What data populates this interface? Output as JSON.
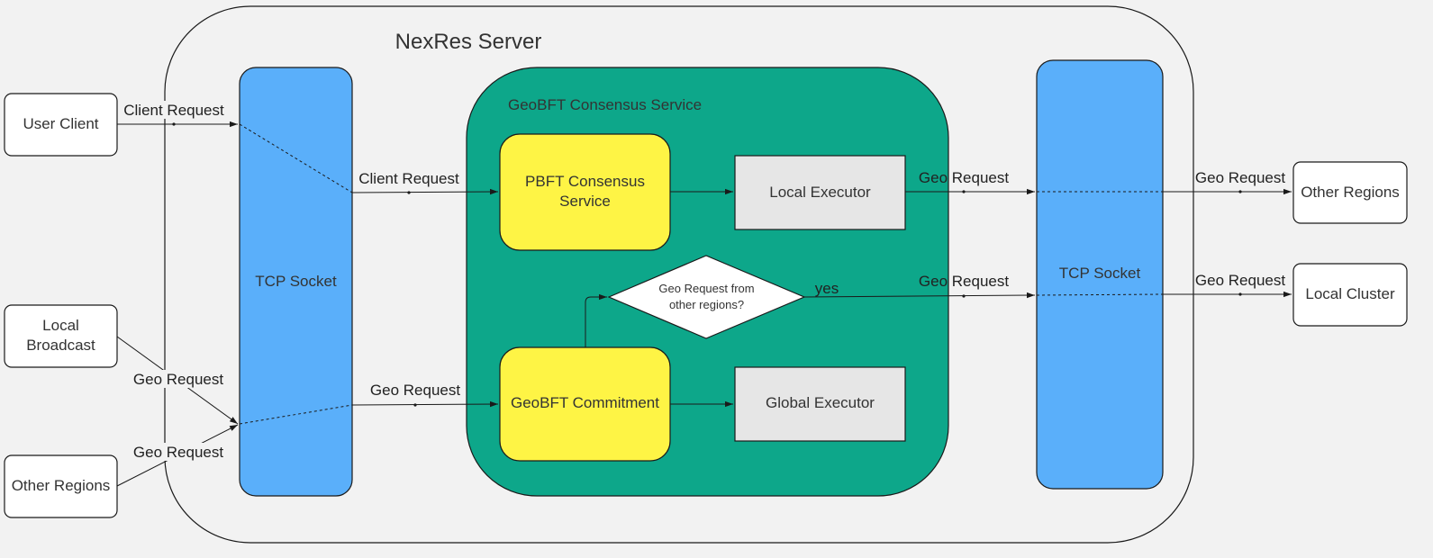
{
  "server": {
    "title": "NexRes Server"
  },
  "consensus": {
    "title": "GeoBFT Consensus Service"
  },
  "external": {
    "user_client": "User Client",
    "local_broadcast": [
      "Local",
      "Broadcast"
    ],
    "other_regions_in": "Other Regions",
    "other_regions_out": "Other Regions",
    "local_cluster": "Local Cluster"
  },
  "sockets": {
    "left": "TCP Socket",
    "right": "TCP Socket"
  },
  "nodes": {
    "pbft": [
      "PBFT Consensus",
      "Service"
    ],
    "local_executor": "Local Executor",
    "decision": [
      "Geo Request from",
      "other regions?"
    ],
    "commitment": "GeoBFT Commitment",
    "global_executor": "Global Executor"
  },
  "edges": {
    "client_request_in": "Client Request",
    "client_request_inner": "Client Request",
    "geo_request_broadcast": "Geo Request",
    "geo_request_regions": "Geo Request",
    "geo_request_inner": "Geo Request",
    "geo_request_exec_out": "Geo Request",
    "geo_request_yes_out": "Geo Request",
    "yes": "yes",
    "geo_request_to_regions": "Geo Request",
    "geo_request_to_cluster": "Geo Request"
  },
  "colors": {
    "background": "#f2f2f2",
    "socket": "#5aaffa",
    "consensus": "#0da78a",
    "node_yellow": "#fef445",
    "executor": "#e6e6e6"
  }
}
